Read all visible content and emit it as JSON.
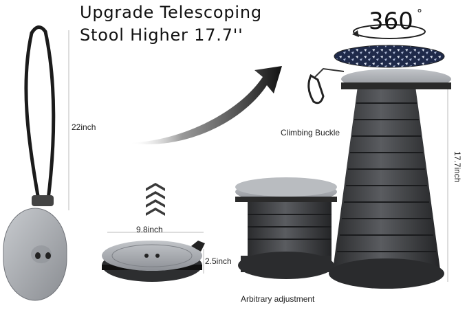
{
  "headline": {
    "line1": "Upgrade Telescoping",
    "line2": "Stool Higher 17.7''"
  },
  "rotation_badge": {
    "value": "360",
    "unit": "°"
  },
  "dimensions": {
    "strap_length": "22inch",
    "disc_diameter": "9.8inch",
    "disc_height": "2.5inch",
    "extended_height": "17.7inch"
  },
  "callouts": {
    "buckle": "Climbing Buckle",
    "adjust": "Arbitrary adjustment"
  },
  "colors": {
    "stool_body": "#3a3b3d",
    "stool_cap": "#a9acb1",
    "seat_pattern": "#1f2a4a",
    "arrow": "#1a1a1a"
  }
}
